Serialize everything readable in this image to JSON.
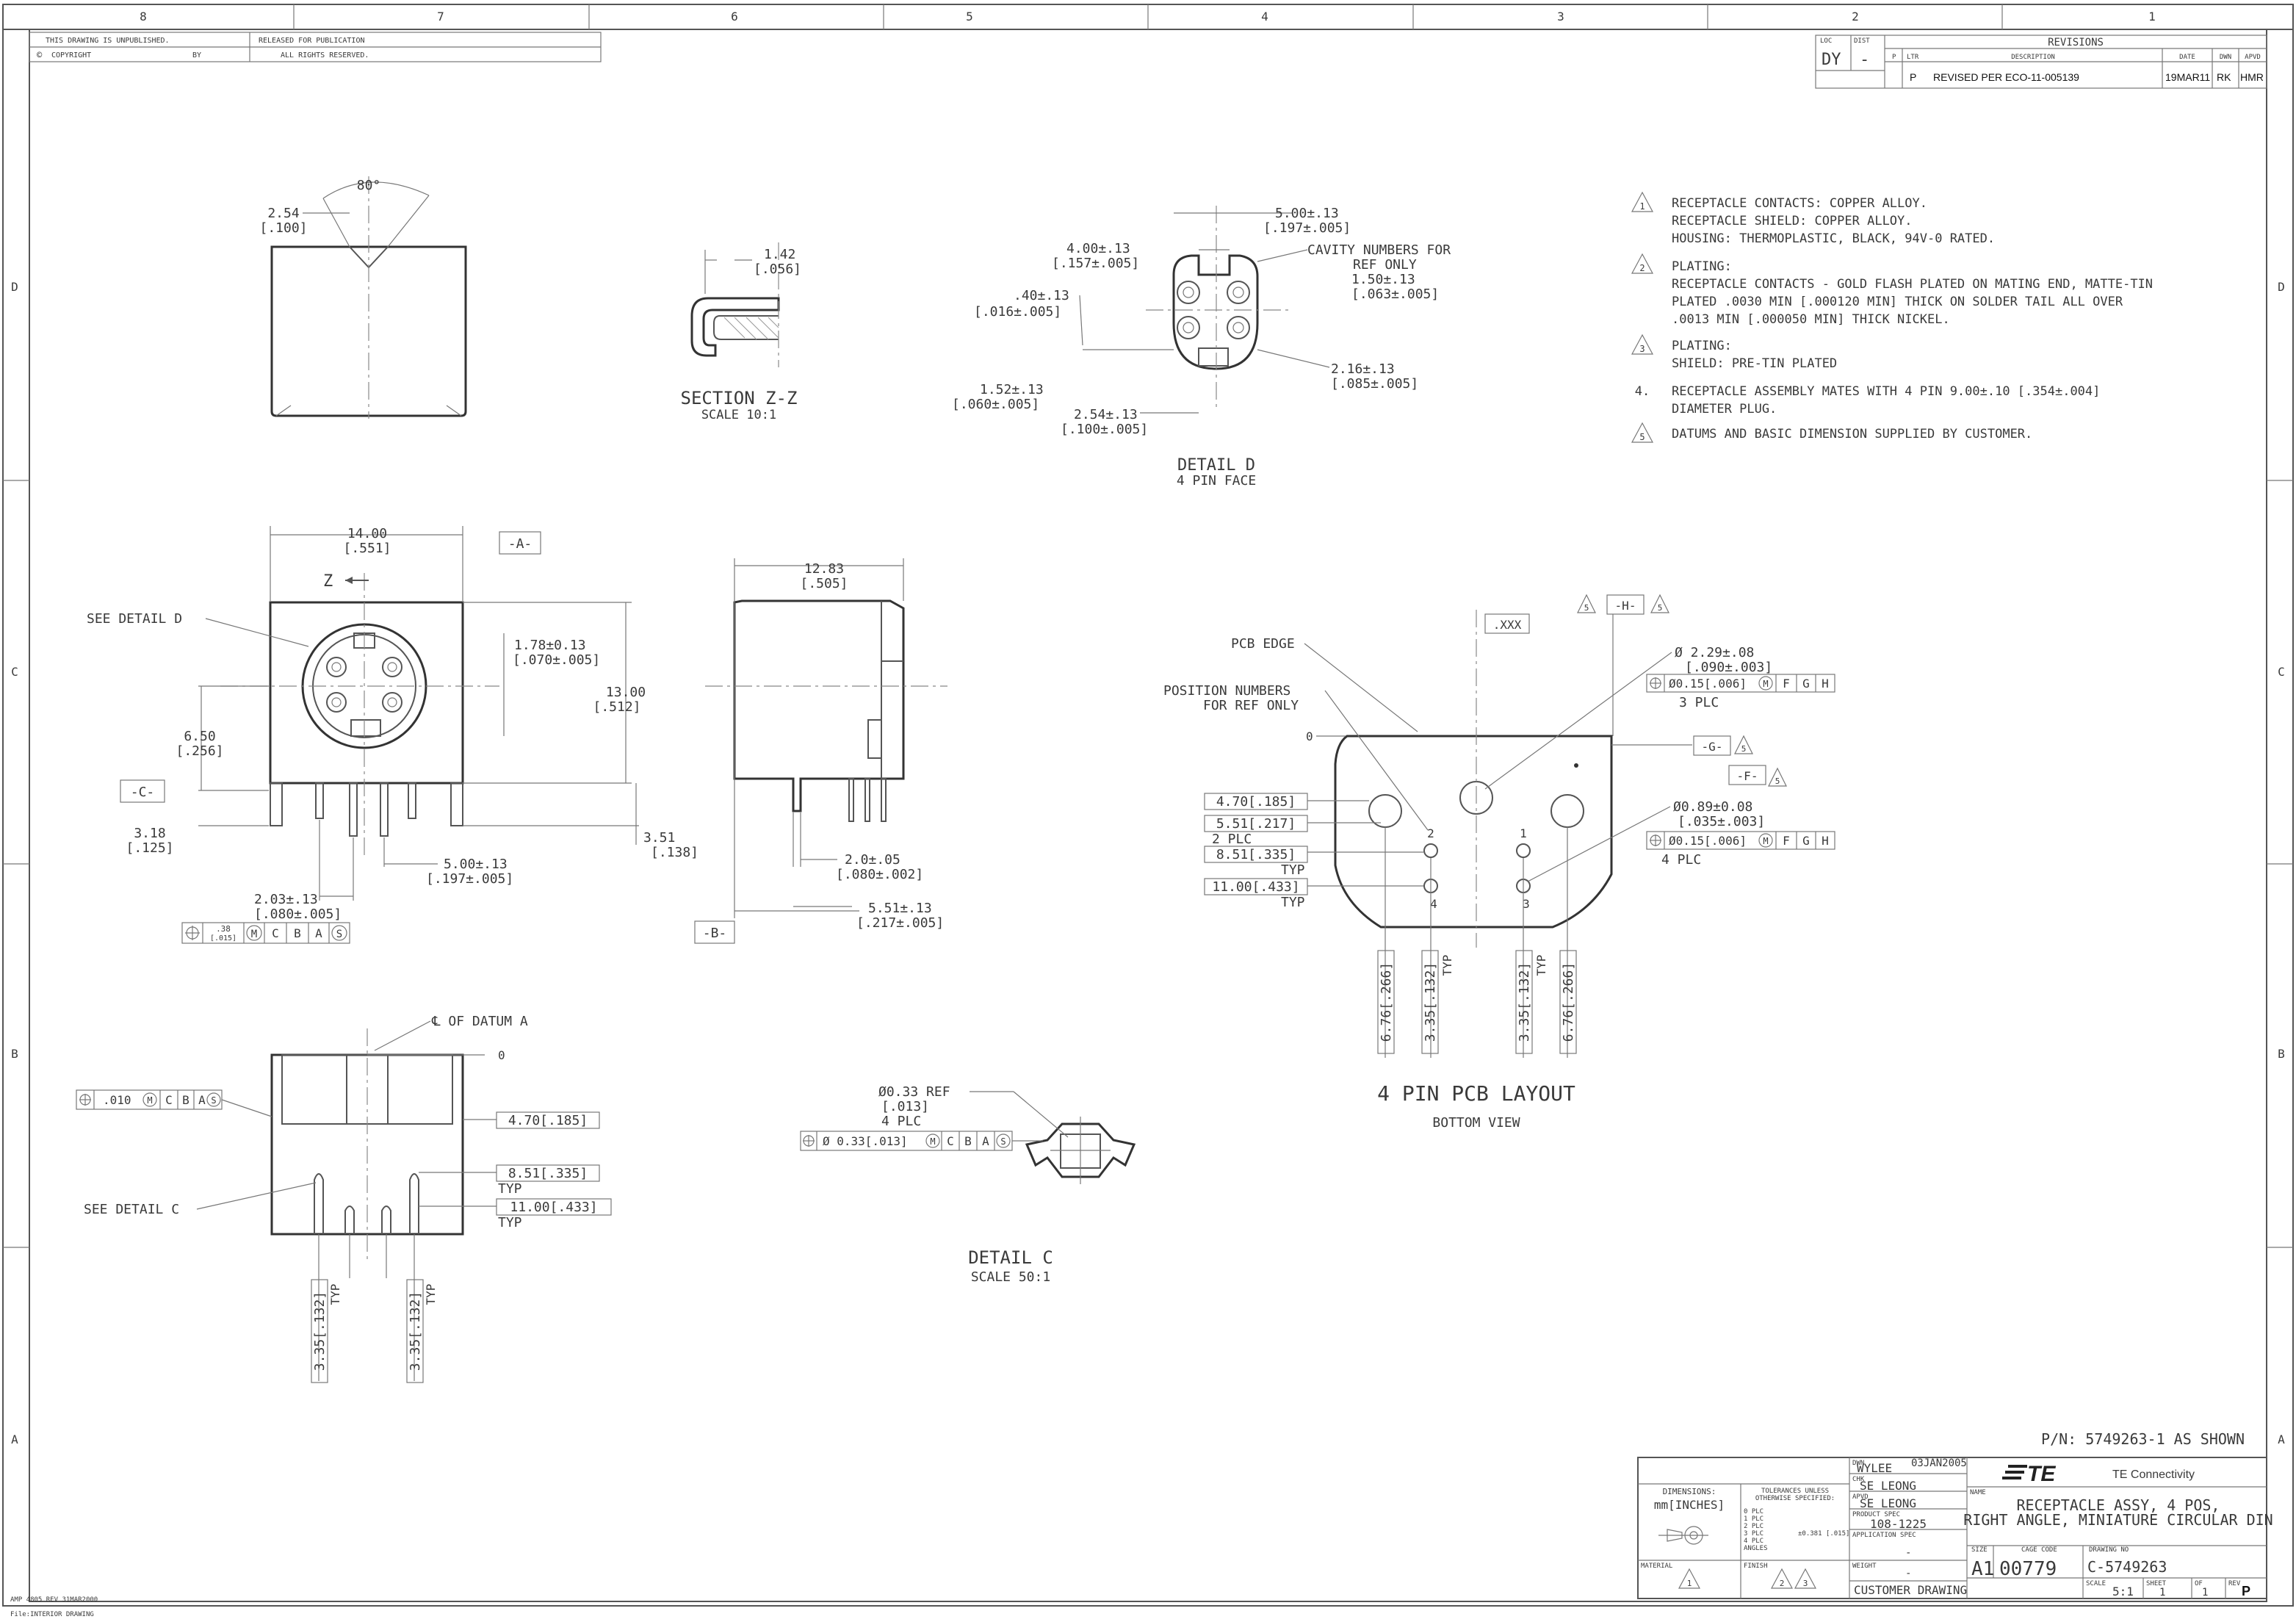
{
  "border": {
    "zones_top": [
      "8",
      "7",
      "6",
      "5",
      "4",
      "3",
      "2",
      "1"
    ],
    "zones_side": [
      "D",
      "C",
      "B",
      "A"
    ],
    "unpublished": "THIS DRAWING IS UNPUBLISHED.",
    "copyright": "COPYRIGHT",
    "by": "BY",
    "released": "RELEASED FOR PUBLICATION",
    "rights": "ALL RIGHTS RESERVED."
  },
  "revisions": {
    "title": "REVISIONS",
    "loc_label": "LOC",
    "loc": "DY",
    "dist_label": "DIST",
    "dist": "-",
    "col_p": "P",
    "col_ltr": "LTR",
    "col_desc": "DESCRIPTION",
    "col_date": "DATE",
    "col_dwn": "DWN",
    "col_apvd": "APVD",
    "row": {
      "ltr": "P",
      "desc": "REVISED PER ECO-11-005139",
      "date": "19MAR11",
      "dwn": "RK",
      "apvd": "HMR"
    }
  },
  "notes": [
    {
      "num": "1",
      "lines": [
        "RECEPTACLE CONTACTS: COPPER ALLOY.",
        "RECEPTACLE SHIELD: COPPER ALLOY.",
        "HOUSING: THERMOPLASTIC, BLACK, 94V-0 RATED."
      ]
    },
    {
      "num": "2",
      "lines": [
        "PLATING:",
        "RECEPTACLE CONTACTS - GOLD FLASH PLATED ON MATING END, MATTE-TIN",
        "PLATED .0030 MIN [.000120 MIN] THICK ON SOLDER TAIL ALL OVER",
        ".0013 MIN [.000050 MIN] THICK NICKEL."
      ]
    },
    {
      "num": "3",
      "lines": [
        "PLATING:",
        "SHIELD: PRE-TIN PLATED"
      ]
    },
    {
      "num": "4.",
      "lines": [
        "RECEPTACLE ASSEMBLY MATES WITH 4 PIN 9.00±.10 [.354±.004]",
        "DIAMETER PLUG."
      ]
    },
    {
      "num": "5",
      "lines": [
        "DATUMS AND BASIC DIMENSION SUPPLIED BY CUSTOMER."
      ]
    }
  ],
  "view_top": {
    "angle": "80°",
    "dim": "2.54",
    "dim_in": "[.100]"
  },
  "section": {
    "title": "SECTION Z-Z",
    "scale": "SCALE 10:1",
    "dim": "1.42",
    "dim_in": "[.056]"
  },
  "detail_d": {
    "title": "DETAIL D",
    "sub": "4 PIN FACE",
    "d1": "5.00±.13",
    "d1_in": "[.197±.005]",
    "d2": "4.00±.13",
    "d2_in": "[.157±.005]",
    "cav1": "CAVITY NUMBERS FOR",
    "cav2": "REF ONLY",
    "d3": "1.50±.13",
    "d3_in": "[.063±.005]",
    "d4": ".40±.13",
    "d4_in": "[.016±.005]",
    "d5": "2.16±.13",
    "d5_in": "[.085±.005]",
    "d6": "1.52±.13",
    "d6_in": "[.060±.005]",
    "d7": "2.54±.13",
    "d7_in": "[.100±.005]"
  },
  "front": {
    "w": "14.00",
    "w_in": "[.551]",
    "datum_a": "-A-",
    "z": "Z",
    "see_d": "SEE DETAIL D",
    "d178": "1.78±0.13",
    "d178_in": "[.070±.005]",
    "h13": "13.00",
    "h13_in": "[.512]",
    "d650": "6.50",
    "d650_in": "[.256]",
    "datum_c": "-C-",
    "d318": "3.18",
    "d318_in": "[.125]",
    "d351": "3.51",
    "d351_in": "[.138]",
    "d500": "5.00±.13",
    "d500_in": "[.197±.005]",
    "d203": "2.03±.13",
    "d203_in": "[.080±.005]",
    "fcf": [
      ".38",
      "[.015]",
      "M",
      "C",
      "B",
      "A",
      "S"
    ]
  },
  "side": {
    "w": "12.83",
    "w_in": "[.505]",
    "d20": "2.0±.05",
    "d20_in": "[.080±.002]",
    "d551": "5.51±.13",
    "d551_in": "[.217±.005]",
    "datum_b": "-B-"
  },
  "pcb": {
    "title": "4 PIN PCB LAYOUT",
    "sub": "BOTTOM VIEW",
    "edge": "PCB EDGE",
    "pos1": "POSITION NUMBERS",
    "pos2": "FOR REF ONLY",
    "xxx": ".XXX",
    "datum_h": "-H-",
    "datum_g": "-G-",
    "datum_f": "-F-",
    "d229": "Ø 2.29±.08",
    "d229_in": "[.090±.003]",
    "fcf1": "Ø0.15[.006]",
    "fcf1_tail": [
      "F",
      "G",
      "H"
    ],
    "plc3": "3 PLC",
    "d089": "Ø0.89±0.08",
    "d089_in": "[.035±.003]",
    "fcf2": "Ø0.15[.006]",
    "fcf2_tail": [
      "F",
      "G",
      "H"
    ],
    "plc4": "4 PLC",
    "zero": "0",
    "r470": "4.70[.185]",
    "r551": "5.51[.217]",
    "plc2": "2 PLC",
    "r851": "8.51[.335]",
    "typ": "TYP",
    "r1100": "11.00[.433]",
    "v676": "6.76[.266]",
    "v335": "3.35[.132]",
    "pins": [
      "2",
      "1",
      "4",
      "3"
    ]
  },
  "bottom": {
    "datum_a": "℄ OF DATUM A",
    "zero": "0",
    "fcf": [
      ".010",
      "M",
      "C",
      "B",
      "A",
      "S"
    ],
    "see_c": "SEE DETAIL C",
    "r470": "4.70[.185]",
    "r851": "8.51[.335]",
    "r1100": "11.00[.433]",
    "typ": "TYP",
    "v335": "3.35[.132]"
  },
  "detail_c": {
    "title": "DETAIL C",
    "scale": "SCALE 50:1",
    "ref": "Ø0.33 REF",
    "ref_in": "[.013]",
    "plc": "4 PLC",
    "fcf": [
      "Ø 0.33[.013]",
      "M",
      "C",
      "B",
      "A",
      "S"
    ]
  },
  "title_block": {
    "pn": "P/N: 5749263-1 AS SHOWN",
    "dwn_label": "DWN",
    "dwn": "WYLEE",
    "dwn_date": "03JAN2005",
    "chk_label": "CHK",
    "chk": "SE LEONG",
    "apvd_label": "APVD",
    "apvd": "SE LEONG",
    "dims_label": "DIMENSIONS:",
    "units": "mm[INCHES]",
    "tol_label1": "TOLERANCES UNLESS",
    "tol_label2": "OTHERWISE SPECIFIED:",
    "tol_rows": [
      "0 PLC",
      "1 PLC",
      "2 PLC",
      "3 PLC",
      "4 PLC",
      "ANGLES"
    ],
    "tol_val": "±0.381 [.015]",
    "prod_spec_label": "PRODUCT SPEC",
    "prod_spec": "108-1225",
    "app_spec_label": "APPLICATION SPEC",
    "app_spec": "-",
    "weight_label": "WEIGHT",
    "weight": "-",
    "material_label": "MATERIAL",
    "finish_label": "FINISH",
    "customer": "CUSTOMER DRAWING",
    "company": "TE Connectivity",
    "logo": "TE",
    "name_label": "NAME",
    "name1": "RECEPTACLE ASSY, 4 POS,",
    "name2": "RIGHT ANGLE, MINIATURE CIRCULAR DIN",
    "size_label": "SIZE",
    "size": "A1",
    "cage_label": "CAGE CODE",
    "cage": "00779",
    "dwg_label": "DRAWING NO",
    "dwg": "C-5749263",
    "scale_label": "SCALE",
    "scale": "5:1",
    "sheet_label": "SHEET",
    "sheet": "1",
    "of_label": "OF",
    "of": "1",
    "rev_label": "REV",
    "rev": "P"
  },
  "footer1": "AMP 4805 REV 31MAR2000",
  "footer2": "File:INTERIOR DRAWING"
}
